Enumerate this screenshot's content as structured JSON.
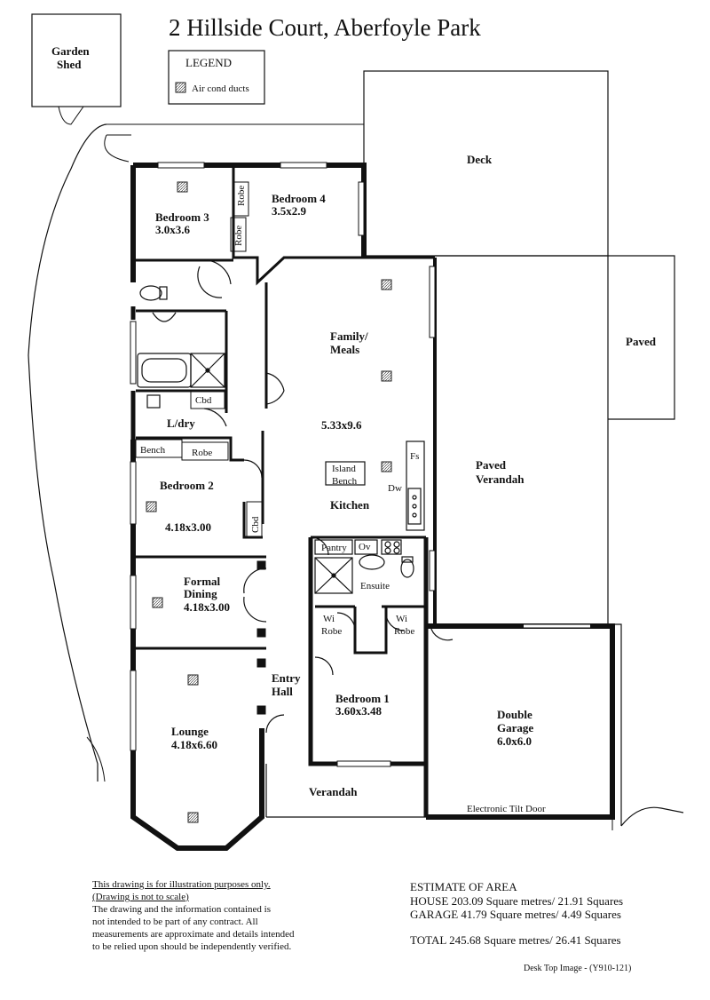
{
  "title": "2 Hillside Court,  Aberfoyle Park",
  "legend": {
    "heading": "LEGEND",
    "item": "Air cond ducts"
  },
  "labels": {
    "garden_shed_1": "Garden",
    "garden_shed_2": "Shed",
    "deck": "Deck",
    "paved": "Paved",
    "bedroom3": "Bedroom 3",
    "bedroom3_size": "3.0x3.6",
    "bedroom4": "Bedroom 4",
    "bedroom4_size": "3.5x2.9",
    "robe": "Robe",
    "family_1": "Family/",
    "family_2": "Meals",
    "family_size": "5.33x9.6",
    "cbd": "Cbd",
    "ldry": "L/dry",
    "bench": "Bench",
    "bedroom2": "Bedroom 2",
    "bedroom2_size": "4.18x3.00",
    "island_1": "Island",
    "island_2": "Bench",
    "kitchen": "Kitchen",
    "dw": "Dw",
    "fs": "Fs",
    "pantry": "Pantry",
    "ov": "Ov",
    "paved_verandah_1": "Paved",
    "paved_verandah_2": "Verandah",
    "formal_1": "Formal",
    "formal_2": "Dining",
    "formal_size": "4.18x3.00",
    "ensuite": "Ensuite",
    "wi": "Wi",
    "entry_1": "Entry",
    "entry_2": "Hall",
    "bedroom1": "Bedroom 1",
    "bedroom1_size": "3.60x3.48",
    "garage_1": "Double",
    "garage_2": "Garage",
    "garage_size": "6.0x6.0",
    "lounge": "Lounge",
    "lounge_size": "4.18x6.60",
    "verandah": "Verandah",
    "tilt_door": "Electronic Tilt Door"
  },
  "disclaimer": {
    "line1": "This drawing is for illustration purposes only.",
    "line2": "(Drawing is not to scale)",
    "line3": "The drawing and the information contained is",
    "line4": "not intended to be part of any contract.  All",
    "line5": "measurements are approximate and details intended",
    "line6": "to be relied upon should be independently verified."
  },
  "area": {
    "heading": "ESTIMATE OF AREA",
    "house": "HOUSE  203.09 Square metres/  21.91 Squares",
    "garage": "GARAGE  41.79 Square metres/  4.49 Squares",
    "total": "TOTAL  245.68 Square metres/  26.41 Squares"
  },
  "footer": "Desk Top Image - (Y910-121)"
}
